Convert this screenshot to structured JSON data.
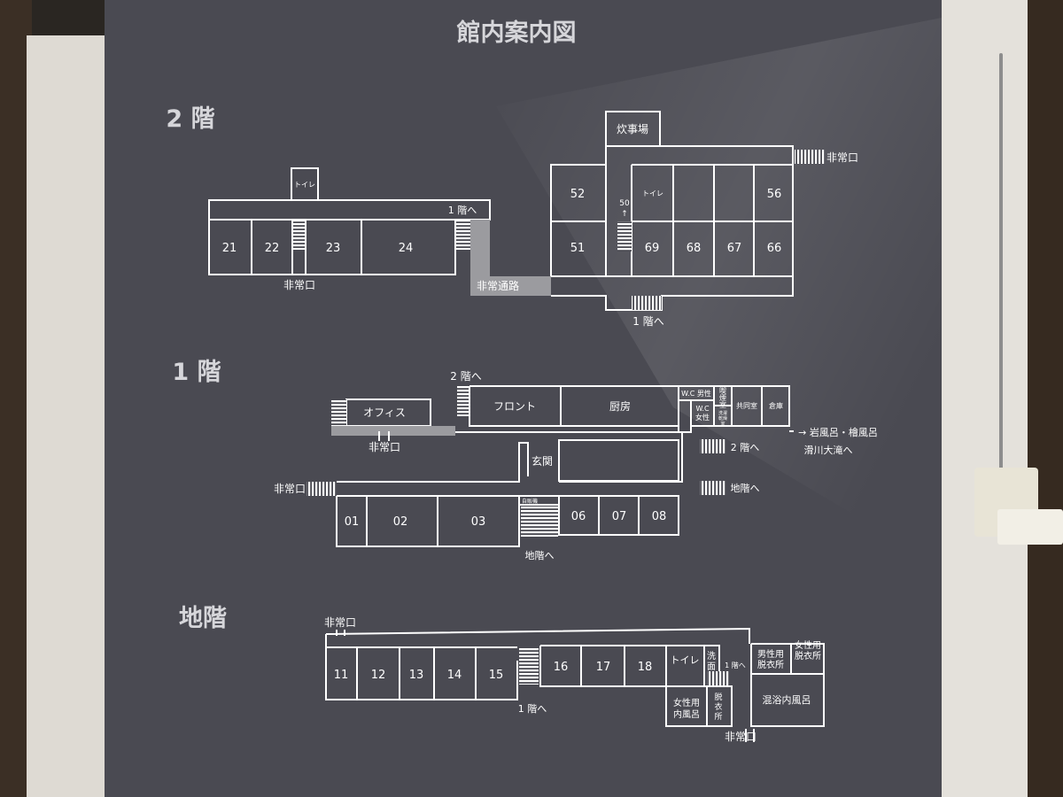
{
  "title": "館内案内図",
  "colors": {
    "board": "#4a4a52",
    "line": "#ffffff",
    "corridor": "#9b9b9f",
    "text": "#ffffff"
  },
  "floors": {
    "second": {
      "label": "2 階",
      "rooms": {
        "r21": "21",
        "r22": "22",
        "r23": "23",
        "r24": "24",
        "r52": "52",
        "r51": "51",
        "r56": "56",
        "r69": "69",
        "r68": "68",
        "r67": "67",
        "r66": "66"
      },
      "toilet_left": "トイレ",
      "toilet_right": "トイレ",
      "kitchen": "炊事場",
      "to_first_upper": "1 階へ",
      "to_first_lower": "1 階へ",
      "emergency_bottom": "非常口",
      "emergency_right": "非常口",
      "emergency_passage": "非常通路",
      "room50_label": "50",
      "room50_arrow": "↑"
    },
    "first": {
      "label": "1 階",
      "office": "オフィス",
      "front": "フロント",
      "kitchen": "厨房",
      "wc_male": "W.C 男性",
      "wc_female_1": "W.C",
      "wc_female_2": "女性",
      "smoking_1": "喫",
      "smoking_2": "煙",
      "smoking_3": "室",
      "laundry_1": "洗濯",
      "laundry_2": "乾燥",
      "laundry_3": "室",
      "common_room": "共同室",
      "storage": "倉庫",
      "entrance": "玄関",
      "vending": "自販機",
      "rooms": {
        "r01": "01",
        "r02": "02",
        "r03": "03",
        "r06": "06",
        "r07": "07",
        "r08": "08"
      },
      "to_second_top": "2 階へ",
      "to_second_right": "2 階へ",
      "to_basement_right": "地階へ",
      "to_basement_bottom": "地階へ",
      "emergency_left": "非常口",
      "emergency_bottom": "非常口",
      "to_rock_bath": "→ 岩風呂・檜風呂",
      "to_waterfall": "滑川大滝へ"
    },
    "basement": {
      "label": "地階",
      "rooms": {
        "r11": "11",
        "r12": "12",
        "r13": "13",
        "r14": "14",
        "r15": "15",
        "r16": "16",
        "r17": "17",
        "r18": "18"
      },
      "toilet": "トイレ",
      "wash_1": "洗",
      "wash_2": "面",
      "to_first_right": "1 階へ",
      "to_first_bottom": "1 階へ",
      "men_changing_1": "男性用",
      "men_changing_2": "脱衣所",
      "women_changing_1": "女性用",
      "women_changing_2": "脱衣所",
      "women_bath_1": "女性用",
      "women_bath_2": "内風呂",
      "changing_1": "脱",
      "changing_2": "衣",
      "changing_3": "所",
      "mixed_bath": "混浴内風呂",
      "emergency_top": "非常口",
      "emergency_bottom": "非常口"
    }
  }
}
